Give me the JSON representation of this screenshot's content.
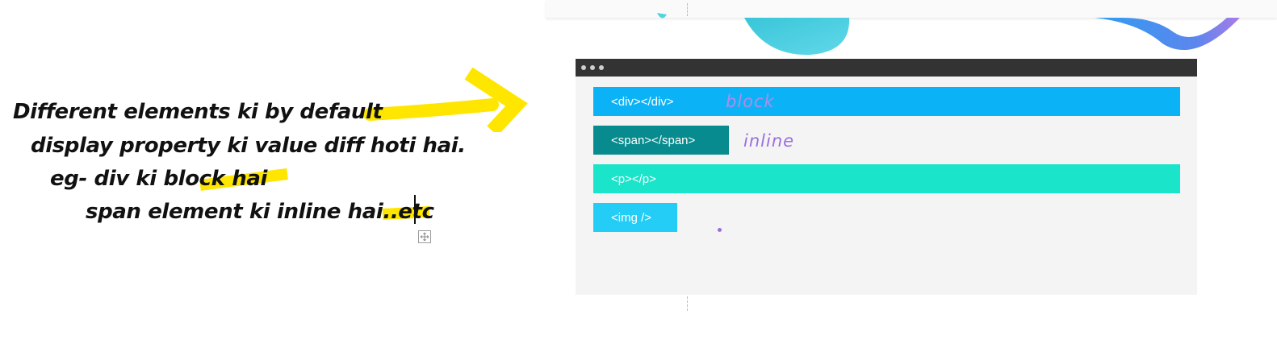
{
  "notes": {
    "line1": "Different elements ki by default",
    "line2": "display property ki value diff hoti hai.",
    "line3": "eg- div ki block hai",
    "line4": "span element ki inline hai..etc",
    "highlight_color": "#ffe600"
  },
  "demo": {
    "elements": [
      {
        "label": "<div></div>",
        "color": "#0bb3f6"
      },
      {
        "label": "<span></span>",
        "color": "#078b8e"
      },
      {
        "label": "<p></p>",
        "color": "#1ae4c9"
      },
      {
        "label": "<img />",
        "color": "#23cdf5"
      }
    ],
    "annotations": {
      "block": "block",
      "inline": "inline",
      "ink_color": "#a070e0"
    }
  }
}
